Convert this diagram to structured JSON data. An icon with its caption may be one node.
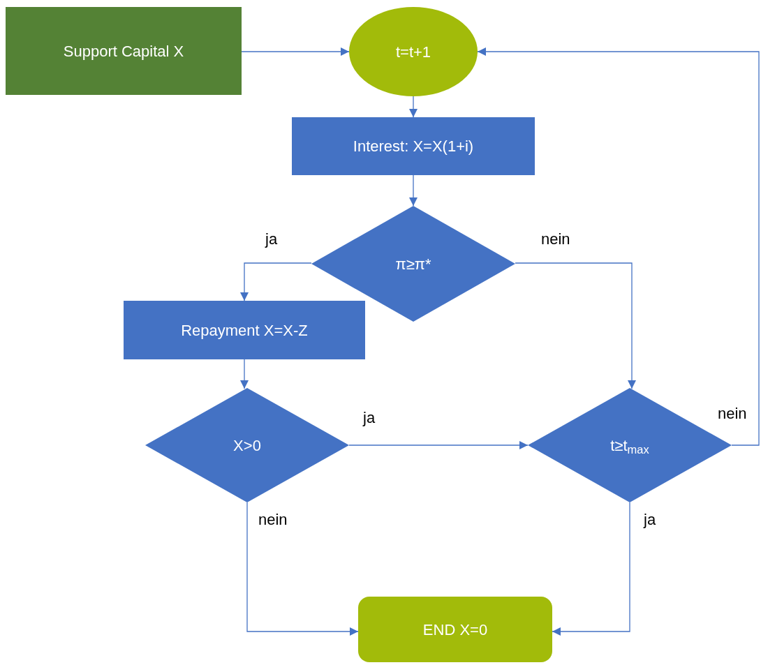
{
  "diagram": {
    "nodes": [
      {
        "text": [
          "Support Capital X"
        ]
      },
      {
        "text": [
          "t=t+1"
        ]
      },
      {
        "text": [
          "Interest: X=X(1+i)"
        ]
      },
      {
        "text": [
          "π≥π*"
        ]
      },
      {
        "text": [
          "Repayment X=X-Z"
        ]
      },
      {
        "text": [
          "X>0"
        ]
      },
      {
        "text": [
          "t≥t$_{max}$"
        ]
      },
      {
        "text": [
          "END X=0"
        ]
      }
    ],
    "edges": [
      {
        "from": 0,
        "to": 1,
        "arrow": "to"
      },
      {
        "from": 1,
        "to": 2,
        "arrow": "to"
      },
      {
        "from": 2,
        "to": 3,
        "arrow": "to"
      },
      {
        "from": 3,
        "to": 4,
        "arrow": "to",
        "label": "ja"
      },
      {
        "from": 3,
        "to": 6,
        "arrow": "to",
        "label": "nein"
      },
      {
        "from": 4,
        "to": 5,
        "arrow": "to"
      },
      {
        "from": 5,
        "to": 6,
        "arrow": "to",
        "label": "ja"
      },
      {
        "from": 5,
        "to": 7,
        "arrow": "to",
        "label": "nein"
      },
      {
        "from": 6,
        "to": 7,
        "arrow": "to",
        "label": "ja"
      },
      {
        "from": 6,
        "to": 1,
        "arrow": "to",
        "label": "nein"
      }
    ]
  }
}
